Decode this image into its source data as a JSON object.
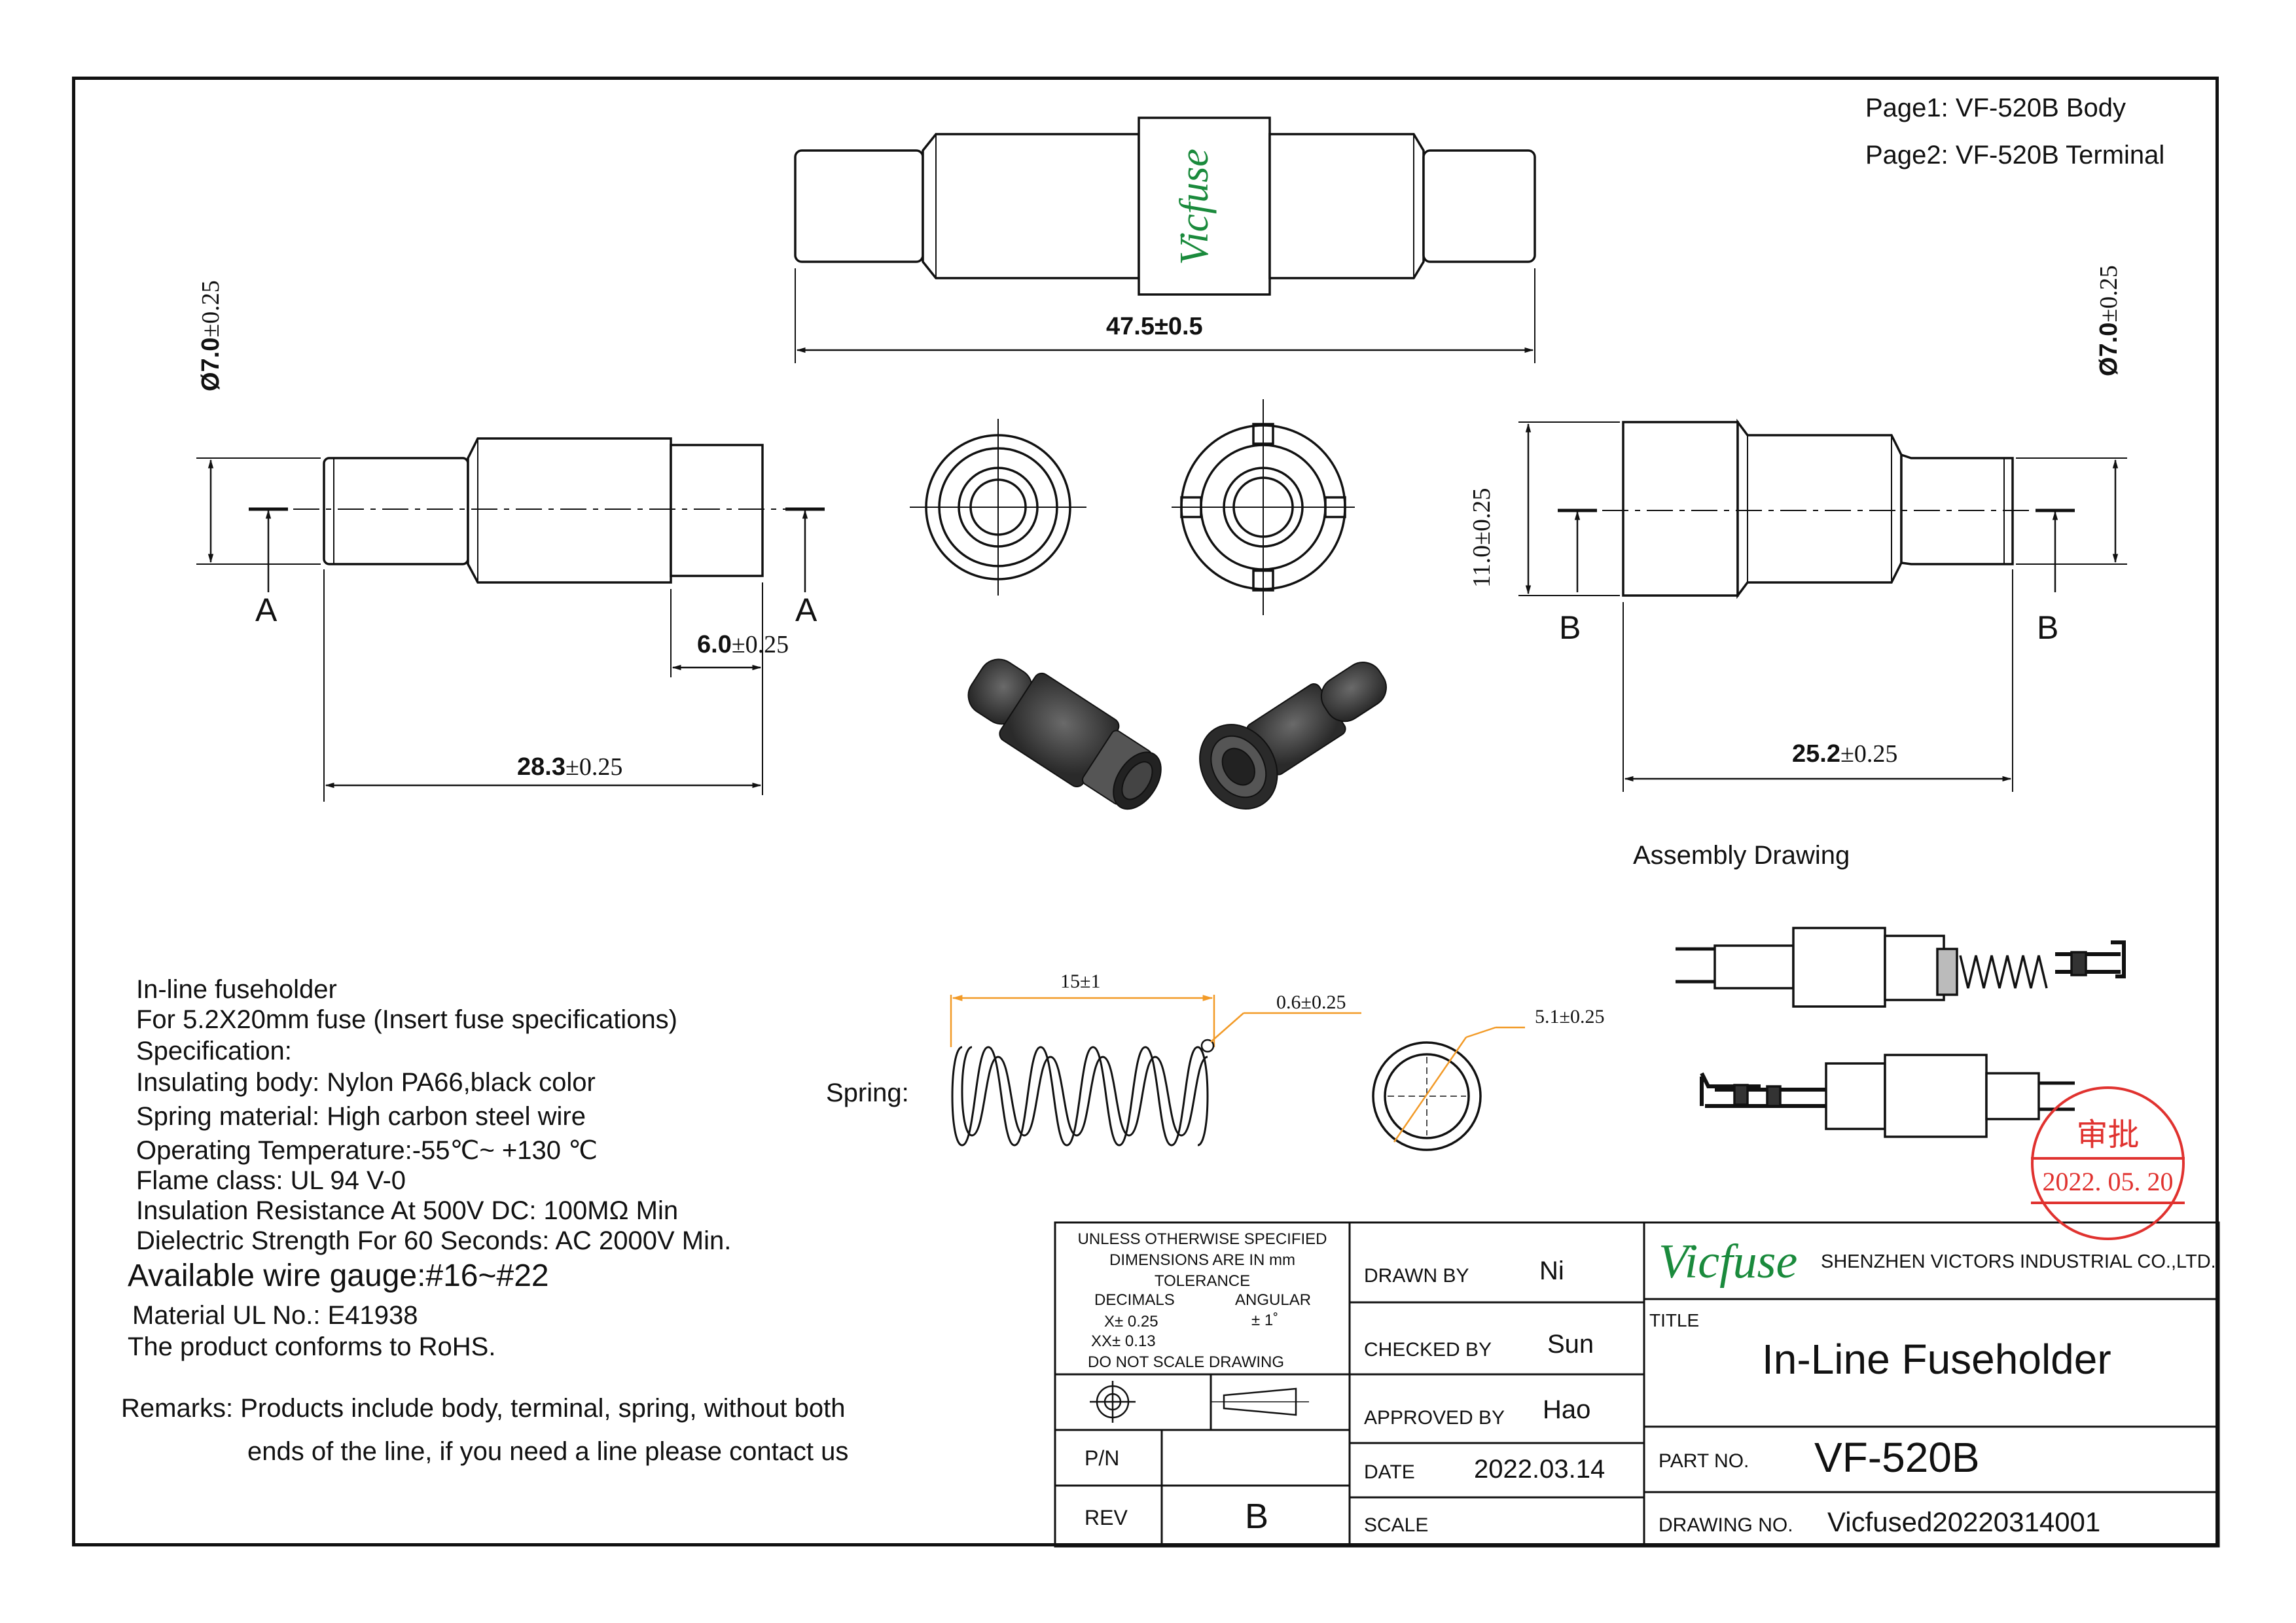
{
  "header": {
    "page1": "Page1: VF-520B Body",
    "page2": "Page2: VF-520B  Terminal"
  },
  "top_view": {
    "brand": "Vicfuse",
    "length_dim": "47.5",
    "length_tol": "±0.5"
  },
  "left_view": {
    "dia_label": "Ø7.0",
    "dia_tol": "±0.25",
    "section_left": "A",
    "section_right": "A",
    "dim1_value": "6.0",
    "dim1_tol": "±0.25",
    "dim2_value": "28.3",
    "dim2_tol": "±0.25"
  },
  "right_view": {
    "dia_label": "Ø7.0",
    "dia_tol": "±0.25",
    "height_dim": "11.0±0.25",
    "section_left": "B",
    "section_right": "B",
    "length_value": "25.2",
    "length_tol": "±0.25"
  },
  "assembly": {
    "title": "Assembly Drawing"
  },
  "spring": {
    "label": "Spring:",
    "length": "15±1",
    "wire": "0.6",
    "wire_tol": "±0.25",
    "dia": "5.1",
    "dia_tol": "±0.25"
  },
  "specs": {
    "line1": "In-line fuseholder",
    "line2a": "For 5.2X20mm fuse",
    "line2b": "(Insert fuse specifications)",
    "line3": "Specification:",
    "line4": "Insulating body: Nylon PA66,black color",
    "line5": "Spring material:  High carbon steel wire",
    "line6": "Operating Temperature:-55℃~ +130 ℃",
    "line7": "Flame class: UL 94 V-0",
    "line8": "Insulation Resistance At 500V DC: 100MΩ Min",
    "line9": "Dielectric Strength For 60 Seconds: AC 2000V Min.",
    "line10": "Available wire gauge:#16~#22",
    "line11": "Material UL No.: E41938",
    "line12": "The product conforms to RoHS.",
    "remarks1": "Remarks: Products include body, terminal, spring, without both",
    "remarks2": "ends of the line, if you need a line please contact us"
  },
  "title_block": {
    "unless1": "UNLESS OTHERWISE SPECIFIED",
    "unless2": "DIMENSIONS ARE IN mm",
    "tolerance": "TOLERANCE",
    "decimals": "DECIMALS",
    "angular": "ANGULAR",
    "x_tol": "X±  0.25",
    "xx_tol": "XX±  0.13",
    "ang_tol": "±   1˚",
    "no_scale": "DO NOT SCALE DRAWING",
    "pn_label": "P/N",
    "pn_value": "",
    "rev_label": "REV",
    "rev_value": "B",
    "drawn_by_label": "DRAWN BY",
    "drawn_by": "Ni",
    "checked_by_label": "CHECKED BY",
    "checked_by": "Sun",
    "approved_by_label": "APPROVED BY",
    "approved_by": "Hao",
    "date_label": "DATE",
    "date": "2022.03.14",
    "scale_label": "SCALE",
    "scale": "",
    "logo": "Vicfuse",
    "company": "SHENZHEN VICTORS INDUSTRIAL CO.,LTD.",
    "title_label": "TITLE",
    "title": "In-Line Fuseholder",
    "part_no_label": "PART NO.",
    "part_no": "VF-520B",
    "drawing_no_label": "DRAWING NO.",
    "drawing_no": "Vicfused20220314001"
  },
  "stamp": {
    "text": "审批",
    "date": "2022. 05. 20"
  },
  "colors": {
    "brand_green": "#1a8a3c",
    "stamp_red": "#e0322f",
    "dim_orange": "#f29a27",
    "body_dark": "#3a3a3a"
  }
}
